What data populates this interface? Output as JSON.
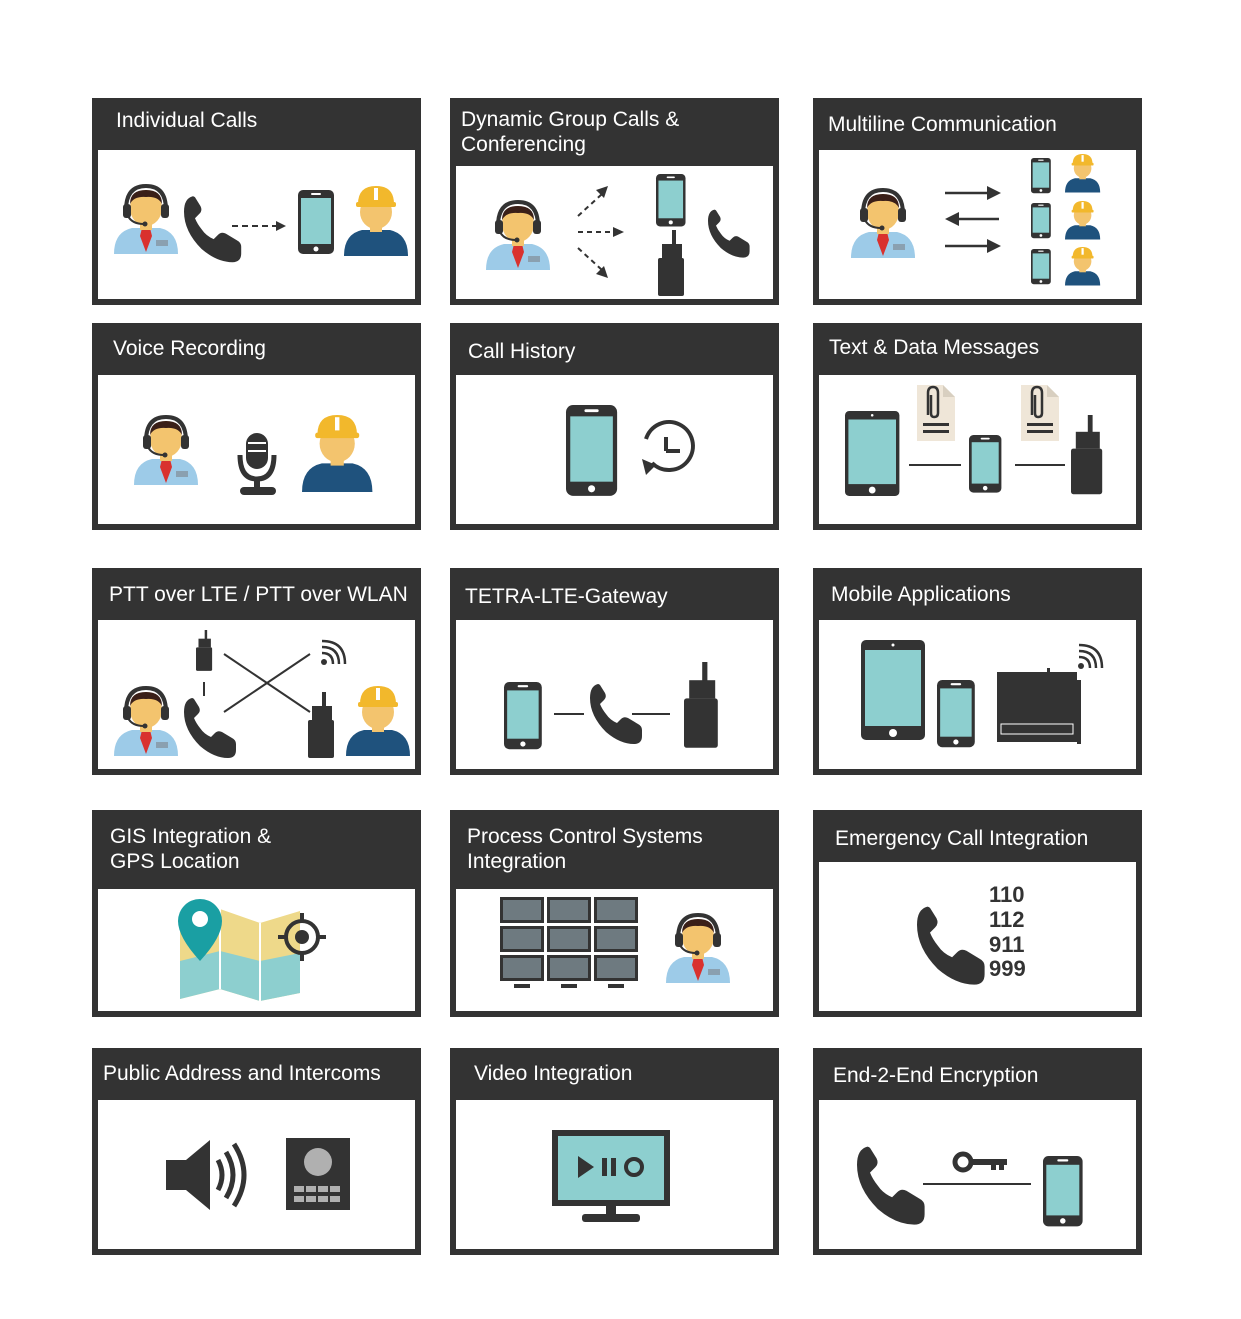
{
  "colors": {
    "dark": "#333333",
    "screen": "#8dcfcf",
    "skin": "#f3c46e",
    "shirt": "#9dcbe8",
    "tie": "#d9312e",
    "helmet": "#f2b82c",
    "jacket": "#1f527d",
    "hair": "#3a1f18",
    "paper": "#efe6d8"
  },
  "cards": [
    {
      "id": "individual-calls",
      "title": "Individual Calls"
    },
    {
      "id": "dynamic-group-calls",
      "title": "Dynamic Group Calls & Conferencing"
    },
    {
      "id": "multiline-communication",
      "title": "Multiline Communication"
    },
    {
      "id": "voice-recording",
      "title": "Voice Recording"
    },
    {
      "id": "call-history",
      "title": "Call History"
    },
    {
      "id": "text-data-messages",
      "title": "Text & Data Messages"
    },
    {
      "id": "ptt-over-lte",
      "title": "PTT over LTE / PTT over WLAN"
    },
    {
      "id": "tetra-lte-gateway",
      "title": "TETRA-LTE-Gateway"
    },
    {
      "id": "mobile-applications",
      "title": "Mobile Applications"
    },
    {
      "id": "gis-integration",
      "title": "GIS Integration & GPS Location"
    },
    {
      "id": "process-control",
      "title": "Process Control Systems Integration"
    },
    {
      "id": "emergency-call",
      "title": "Emergency Call Integration"
    },
    {
      "id": "public-address",
      "title": "Public Address and Intercoms"
    },
    {
      "id": "video-integration",
      "title": "Video Integration"
    },
    {
      "id": "e2e-encryption",
      "title": "End-2-End Encryption"
    }
  ],
  "emergency_numbers": [
    "110",
    "112",
    "911",
    "999"
  ]
}
